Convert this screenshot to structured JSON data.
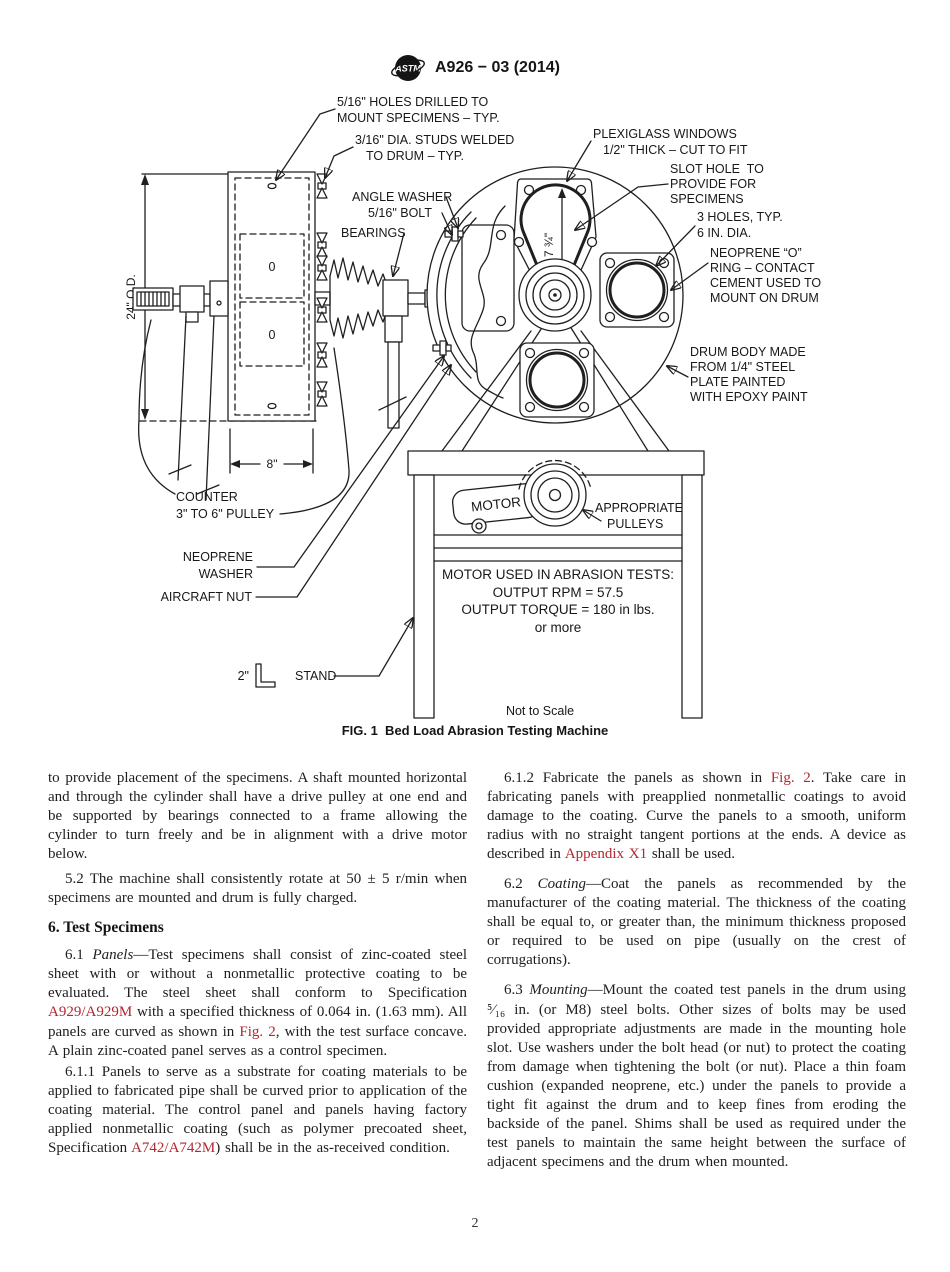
{
  "header": {
    "logo_text": "ASTM",
    "title": "A926 − 03 (2014)"
  },
  "figure": {
    "labels": {
      "holes": [
        "5/16\" HOLES DRILLED TO",
        "MOUNT SPECIMENS – TYP."
      ],
      "studs": [
        "3/16\" DIA. STUDS WELDED",
        "TO DRUM – TYP."
      ],
      "angle_washer": "ANGLE WASHER",
      "bolt": "5/16\" BOLT",
      "bearings": "BEARINGS",
      "plexiglass": [
        "PLEXIGLASS WINDOWS",
        "1/2\" THICK – CUT TO FIT"
      ],
      "slot_hole": [
        "SLOT HOLE  TO",
        "PROVIDE FOR",
        "SPECIMENS"
      ],
      "three_holes": [
        "3 HOLES, TYP.",
        "6 IN. DIA."
      ],
      "oring": [
        "NEOPRENE “O”",
        "RING – CONTACT",
        "CEMENT USED TO",
        "MOUNT ON DRUM"
      ],
      "drum_body": [
        "DRUM BODY MADE",
        "FROM 1/4\" STEEL",
        "PLATE PAINTED",
        "WITH EPOXY PAINT"
      ],
      "counter": [
        "COUNTER",
        "3\" TO 6\" PULLEY"
      ],
      "neoprene_washer": [
        "NEOPRENE",
        "WASHER"
      ],
      "aircraft_nut": "AIRCRAFT NUT",
      "stand": "STAND",
      "two_in": "2\"",
      "od": "24\" O.D.",
      "eight": "8\"",
      "dim": "7 ¾\"",
      "motor": "MOTOR",
      "pulleys": [
        "APPROPRIATE",
        "PULLEYS"
      ],
      "motor_box": [
        "MOTOR USED IN ABRASION TESTS:",
        "OUTPUT RPM = 57.5",
        "OUTPUT TORQUE = 180 in lbs.",
        "or more"
      ],
      "zero": "0",
      "not_to_scale": "Not to Scale"
    },
    "caption": "FIG. 1  Bed Load Abrasion Testing Machine"
  },
  "body": {
    "heading": "6. Test Specimens",
    "left": [
      {
        "segments": [
          {
            "t": "to provide placement of the specimens. A shaft mounted horizontal and through the cylinder shall have a drive pulley at one end and be supported by bearings connected to a frame allowing the cylinder to turn freely and be in alignment with a drive motor below."
          }
        ]
      },
      {
        "segments": [
          {
            "t": "5.2 The machine shall consistently rotate at 50 ± 5 r/min when specimens are mounted and drum is fully charged."
          }
        ]
      },
      {
        "segments": [
          {
            "t": "6.1 "
          },
          {
            "t": "Panels",
            "c": "i"
          },
          {
            "t": "—Test specimens shall consist of zinc-coated steel sheet with or without a nonmetallic protective coating to be evaluated. The steel sheet shall conform to Specification "
          },
          {
            "t": "A929/A929M",
            "c": "link"
          },
          {
            "t": " with a specified thickness of 0.064 in. (1.63 mm). All panels are curved as shown in "
          },
          {
            "t": "Fig. 2",
            "c": "link"
          },
          {
            "t": ", with the test surface concave. A plain zinc-coated panel serves as a control specimen."
          }
        ]
      },
      {
        "segments": [
          {
            "t": "6.1.1 Panels to serve as a substrate for coating materials to be applied to fabricated pipe shall be curved prior to application of the coating material. The control panel and panels having factory applied nonmetallic coating (such as polymer precoated sheet, Specification "
          },
          {
            "t": "A742/A742M",
            "c": "link"
          },
          {
            "t": ") shall be in the as-received condition."
          }
        ]
      }
    ],
    "right": [
      {
        "segments": [
          {
            "t": "6.1.2 Fabricate the panels as shown in "
          },
          {
            "t": "Fig. 2",
            "c": "link"
          },
          {
            "t": ". Take care in fabricating panels with preapplied nonmetallic coatings to avoid damage to the coating. Curve the panels to a smooth, uniform radius with no straight tangent portions at the ends. A device as described in "
          },
          {
            "t": "Appendix X1",
            "c": "link"
          },
          {
            "t": " shall be used."
          }
        ]
      },
      {
        "segments": [
          {
            "t": "6.2 "
          },
          {
            "t": "Coating",
            "c": "i"
          },
          {
            "t": "—Coat the panels as recommended by the manufacturer of the coating material. The thickness of the coating shall be equal to, or greater than, the minimum thickness proposed or required to be used on pipe (usually on the crest of corrugations)."
          }
        ]
      },
      {
        "segments": [
          {
            "t": "6.3 "
          },
          {
            "t": "Mounting",
            "c": "i"
          },
          {
            "t": "—Mount the coated test panels in the drum using "
          },
          {
            "t": "⁵⁄₁₆",
            "c": "frac"
          },
          {
            "t": " in. (or M8) steel bolts. Other sizes of bolts may be used provided appropriate adjustments are made in the mounting hole slot. Use washers under the bolt head (or nut) to protect the coating from damage when tightening the bolt (or nut). Place a thin foam cushion (expanded neoprene, etc.) under the panels to provide a tight fit against the drum and to keep fines from eroding the backside of the panel. Shims shall be used as required under the test panels to maintain the same height between the surface of adjacent specimens and the drum when mounted."
          }
        ]
      }
    ]
  },
  "footer": {
    "page_number": "2"
  },
  "colors": {
    "link": "#b12730",
    "ink": "#1f1f1f"
  }
}
